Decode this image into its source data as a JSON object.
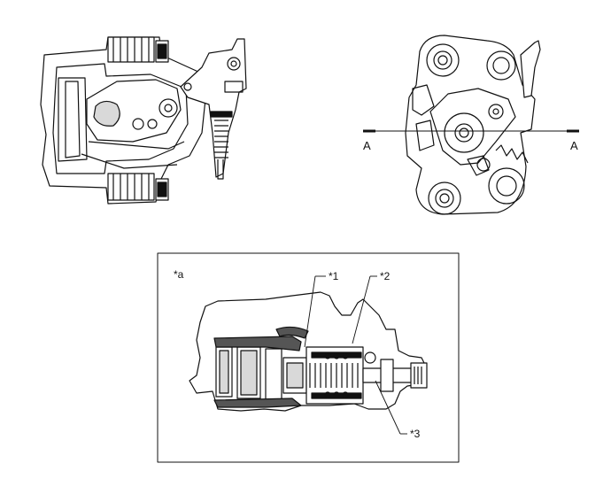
{
  "section_line": {
    "left_label": "A",
    "right_label": "A"
  },
  "detail_view": {
    "view_label": "*a",
    "callouts": [
      "*1",
      "*2",
      "*3"
    ]
  },
  "colors": {
    "line": "#111111",
    "paper": "#ffffff",
    "shade": "#d9d9d9",
    "dark": "#555555"
  }
}
